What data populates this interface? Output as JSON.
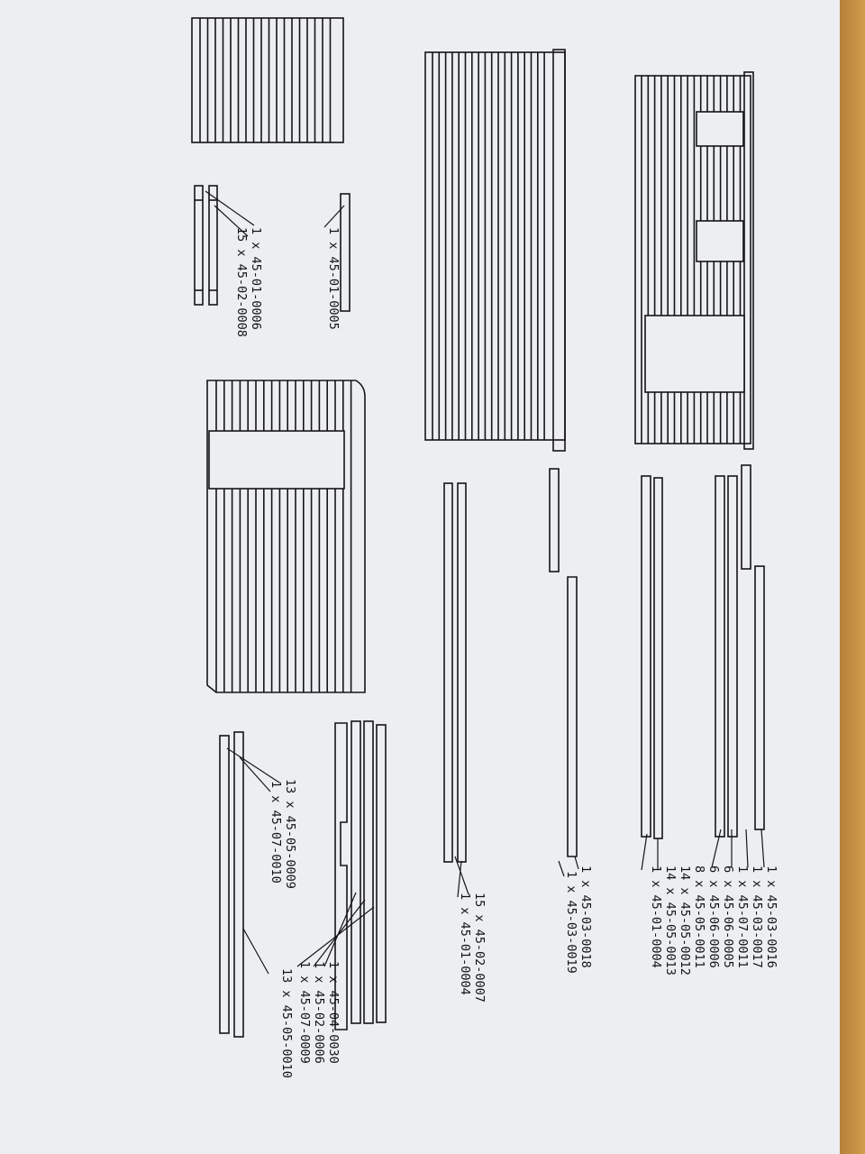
{
  "labels": {
    "tl_1": "1  x 45-01-0006",
    "tl_2": "15 x 45-02-0008",
    "tl_3": "1  x 45-01-0005",
    "ml_1": "13 x 45-05-0009",
    "ml_2": "1  x 45-07-0010",
    "bl_1": "1  x 45-04-0030",
    "bl_2": "1  x 45-02-0006",
    "bl_3": "1  x 45-07-0009",
    "bl_4": "13 x 45-05-0010",
    "mc_1": "15 x 45-02-0007",
    "mc_2": "1  x 45-01-0004",
    "mc_3": "1  x 45-03-0018",
    "mc_4": "1  x 45-03-0019",
    "r_1": "1  x 45-03-0016",
    "r_2": "1  x 45-03-0017",
    "r_3": "1  x 45-07-0011",
    "r_4": "6  x 45-06-0005",
    "r_5": "6  x 45-06-0006",
    "r_6": "8  x 45-05-0011",
    "r_7": "14 x 45-05-0012",
    "r_8": "14 x 45-05-0013",
    "r_9": "1  x 45-01-0004"
  }
}
